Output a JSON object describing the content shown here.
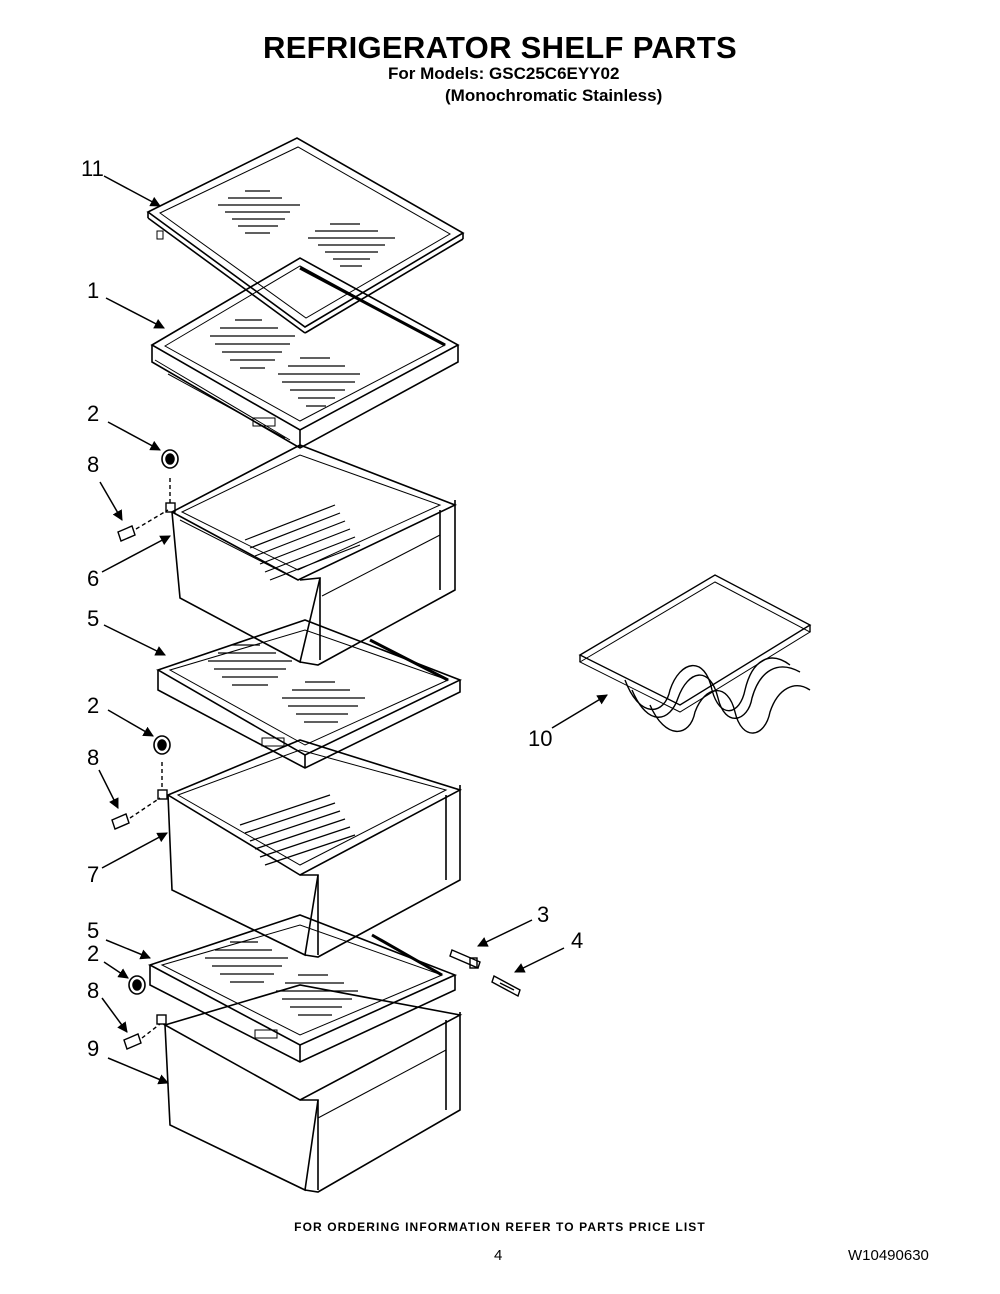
{
  "header": {
    "title": "REFRIGERATOR SHELF PARTS",
    "models_line": "For Models: GSC25C6EYY02",
    "finish_line": "(Monochromatic Stainless)"
  },
  "callouts": {
    "c11": "11",
    "c1": "1",
    "c2a": "2",
    "c8a": "8",
    "c6": "6",
    "c5a": "5",
    "c2b": "2",
    "c8b": "8",
    "c7": "7",
    "c5b": "5",
    "c2c": "2",
    "c8c": "8",
    "c9": "9",
    "c3": "3",
    "c4": "4",
    "c10": "10"
  },
  "footer": {
    "ordering_note": "FOR ORDERING INFORMATION REFER TO PARTS PRICE LIST",
    "page_number": "4",
    "document_number": "W10490630"
  }
}
